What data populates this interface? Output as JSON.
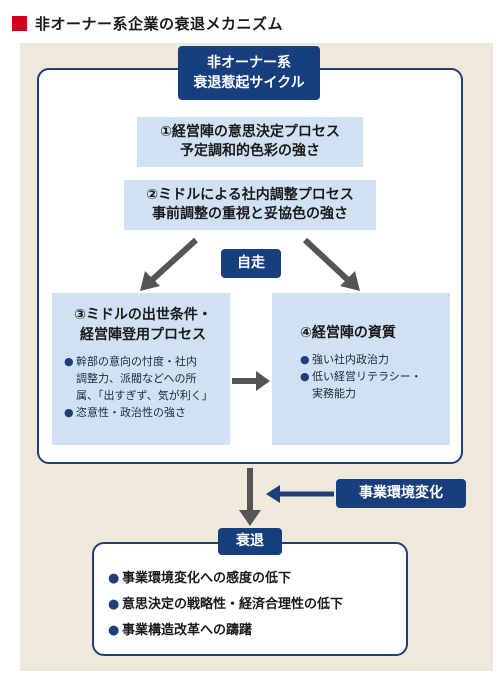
{
  "title": "非オーナー系企業の衰退メカニズム",
  "cycle_label": [
    "非オーナー系",
    "衰退惹起サイクル"
  ],
  "box1": {
    "lines": [
      "①経営陣の意思決定プロセス",
      "予定調和的色彩の強さ"
    ]
  },
  "box2": {
    "lines": [
      "②ミドルによる社内調整プロセス",
      "事前調整の重視と妥協色の強さ"
    ]
  },
  "self_label": "自走",
  "box3": {
    "heading": [
      "③ミドルの出世条件・",
      "経営陣登用プロセス"
    ],
    "bullets": [
      [
        "幹部の意向の忖度・社内",
        "調整力、派閥などへの所",
        "属、「出すぎず、気が利く」"
      ],
      [
        "恣意性・政治性の強さ"
      ]
    ]
  },
  "box4": {
    "heading": "④経営陣の資質",
    "bullets": [
      [
        "強い社内政治力"
      ],
      [
        "低い経営リテラシー・",
        "実務能力"
      ]
    ]
  },
  "env_label": "事業環境変化",
  "decline_label": "衰退",
  "decline_items": [
    "事業環境変化への感度の低下",
    "意思決定の戦略性・経済合理性の低下",
    "事業構造改革への躊躇"
  ],
  "bullet_glyph": "●",
  "colors": {
    "accent_red": "#d0021b",
    "navy": "#173e7d",
    "light_blue": "#cfe1f2",
    "panel": "#efe9dc",
    "arrow_gray": "#555555"
  }
}
